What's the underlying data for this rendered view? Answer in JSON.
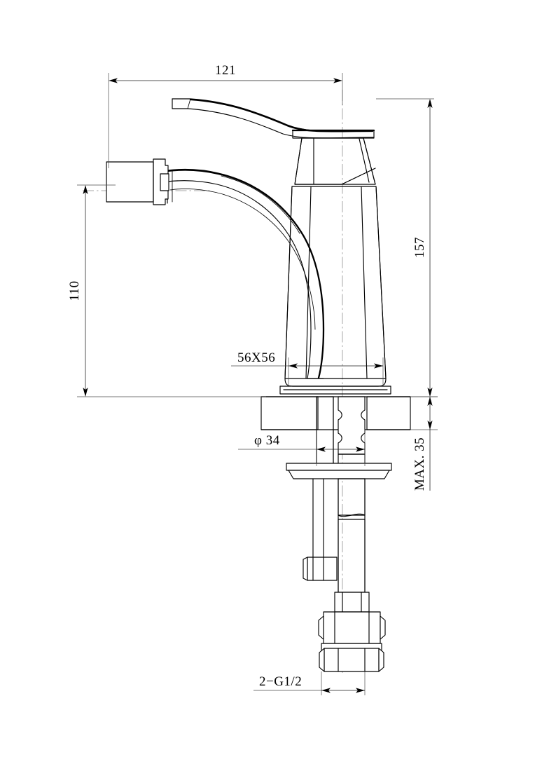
{
  "drawing": {
    "title": "Bidet / Basin Mixer Faucet Technical Dimension Drawing",
    "subject": "single-lever bidet mixer tap",
    "units": "mm",
    "background_color": "#ffffff",
    "line_color": "#000000",
    "dimension_line_color": "#1a1a1a",
    "centerline_color": "#8a8a8a"
  },
  "dimensions": {
    "spout_reach": {
      "label": "121",
      "orientation": "horizontal",
      "position": "top",
      "arrows": "outward"
    },
    "overall_height": {
      "label": "157",
      "orientation": "vertical-rotated",
      "position": "right",
      "arrows": "inward"
    },
    "spout_height": {
      "label": "110",
      "orientation": "vertical-rotated",
      "position": "left",
      "arrows": "inward"
    },
    "base_size": {
      "label": "56X56",
      "orientation": "horizontal",
      "position": "mid-left-leader",
      "arrows": "inward"
    },
    "mounting_hole": {
      "label": "φ 34",
      "orientation": "horizontal",
      "position": "lower-left-leader",
      "arrows": "inward"
    },
    "max_deck_thickness": {
      "label": "MAX. 35",
      "orientation": "vertical-rotated",
      "position": "right-lower",
      "arrows": "inward"
    },
    "supply_thread": {
      "label": "2−G1/2",
      "orientation": "horizontal",
      "position": "bottom-left-leader",
      "arrows": "inward"
    }
  },
  "components": [
    {
      "name": "aerator",
      "description": "square aerator housing at spout outlet"
    },
    {
      "name": "spout",
      "description": "curved gooseneck spout arm"
    },
    {
      "name": "handle-lever",
      "description": "single curved control lever"
    },
    {
      "name": "handle-dome",
      "description": "tapered handle base cartridge cover"
    },
    {
      "name": "body",
      "description": "tapered cylindrical faucet body"
    },
    {
      "name": "base-flange",
      "description": "base flange seated on deck"
    },
    {
      "name": "deck",
      "description": "hatched counter / deck section, max 35 mm thick"
    },
    {
      "name": "threaded-stud",
      "description": "threaded mounting stud"
    },
    {
      "name": "mounting-plate",
      "description": "horseshoe mounting washer plate"
    },
    {
      "name": "lock-nut",
      "description": "hex lock nut on threaded stud"
    },
    {
      "name": "braided-hose",
      "description": "braided flexible supply hose"
    },
    {
      "name": "hose-nut-upper",
      "description": "upper hex coupling nut"
    },
    {
      "name": "hose-nut-lower",
      "description": "lower G1/2 hex connector nut"
    }
  ]
}
